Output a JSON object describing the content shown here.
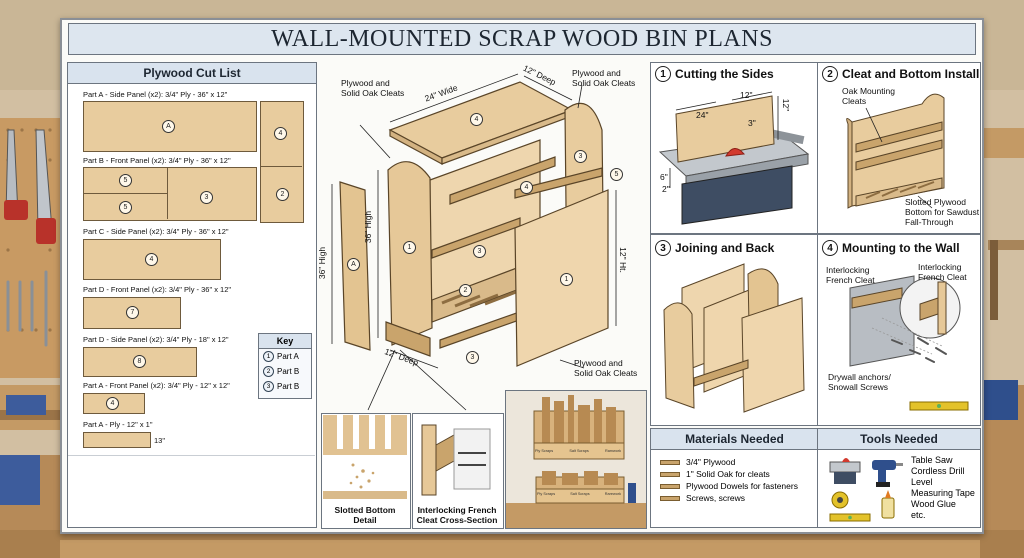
{
  "title": "WALL-MOUNTED SCRAP WOOD BIN PLANS",
  "cut_list": {
    "heading": "Plywood Cut List",
    "parts": [
      {
        "label": "Part A - Side Panel (x2): 3/4\" Ply - 36\" x 12\"",
        "mark": "A"
      },
      {
        "label": "Part B - Front Panel (x2): 3/4\" Ply - 36\" x 12\"",
        "marks": [
          "5",
          "3",
          "5"
        ]
      },
      {
        "label": "Part C - Side Panel (x2): 3/4\" Ply - 36\" x 12\"",
        "mark": "4"
      },
      {
        "label": "Part D - Front Panel (x2): 3/4\" Ply - 36\" x 12\"",
        "mark": "7"
      },
      {
        "label": "Part D - Side Panel (x2): 3/4\" Ply - 18\" x 12\"",
        "mark": "8"
      },
      {
        "label": "Part A - Front Panel (x2): 3/4\" Ply - 12\" x 12\"",
        "mark": "4"
      },
      {
        "label": "Part A - Ply - 12\" x 1\"",
        "dim": "13\""
      }
    ],
    "side_marks": [
      "4",
      "2"
    ]
  },
  "key": {
    "heading": "Key",
    "items": [
      {
        "n": "1",
        "label": "Part A"
      },
      {
        "n": "2",
        "label": "Part B"
      },
      {
        "n": "3",
        "label": "Part B"
      }
    ]
  },
  "exploded": {
    "labels": {
      "top_left": "Plywood and\nSolid Oak Cleats",
      "top_right": "Plywood and\nSolid Oak Cleats",
      "bottom_right": "Plywood and\nSolid Oak Cleats",
      "wide": "24\" Wide",
      "deep_top": "12\" Deep",
      "high_left": "36\" High",
      "high_mid": "36\" High",
      "ht_right": "12\" Ht.",
      "deep_bottom": "12\" Deep"
    },
    "marks": {
      "top": "4",
      "left_panel": "A",
      "side": "1",
      "right_side": "3",
      "cleat": "4",
      "front": "1",
      "five": "5",
      "mid1": "3",
      "mid2": "2",
      "bottom_three": "3"
    }
  },
  "details": {
    "slotted": "Slotted Bottom\nDetail",
    "french": "Interlocking French\nCleat Cross-Section",
    "bin_labels": [
      "Ply Scraps",
      "Salt Scraps",
      "Ramwork",
      "Ply Scraps",
      "Salt Scraps",
      "Rarework"
    ]
  },
  "steps": [
    {
      "n": "1",
      "title": "Cutting the Sides",
      "dims": [
        "24\"",
        "12\"",
        "3\"",
        "12\"",
        "6\"",
        "2\""
      ]
    },
    {
      "n": "2",
      "title": "Cleat and Bottom Install",
      "notes": [
        "Oak Mounting\nCleats",
        "Slotted Plywood\nBottom for Sawdust\nFall-Through"
      ]
    },
    {
      "n": "3",
      "title": "Joining and Back"
    },
    {
      "n": "4",
      "title": "Mounting to the Wall",
      "notes": [
        "Interlocking\nFrench Cleat",
        "Interlocking\nFrench Cleat",
        "Drywall anchors/\nSnowall Screws"
      ]
    }
  ],
  "materials": {
    "heading": "Materials Needed",
    "items": [
      "3/4\" Plywood",
      "1\" Solid Oak for cleats",
      "Plywood Dowels for fasteners",
      "Screws, screws"
    ]
  },
  "tools": {
    "heading": "Tools Needed",
    "items": [
      "Table Saw",
      "Cordless Drill",
      "Level",
      "Measuring Tape",
      "Wood Glue",
      "etc."
    ]
  },
  "colors": {
    "ply": "#e8cc9e",
    "oak": "#c9a46c",
    "header": "#d9e3ee",
    "blade": "#d23a2e"
  }
}
